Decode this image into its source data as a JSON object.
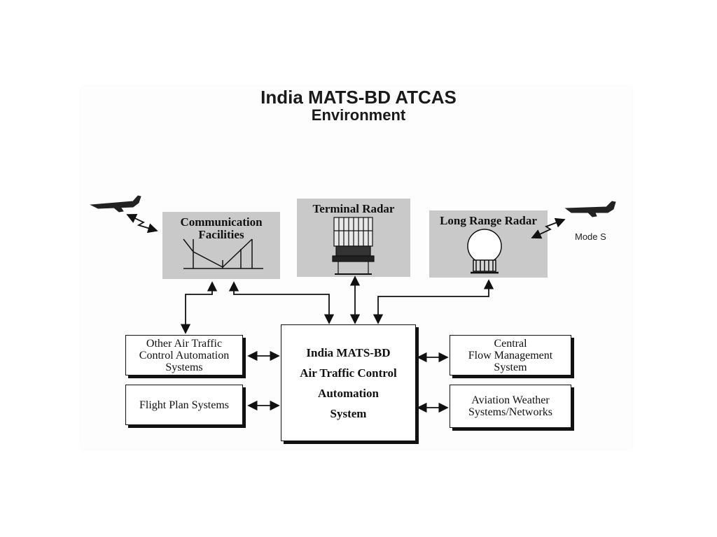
{
  "title": "India MATS-BD ATCAS",
  "subtitle": "Environment",
  "panels": {
    "communication": {
      "label": "Communication\nFacilities"
    },
    "terminal_radar": {
      "label": "Terminal Radar"
    },
    "long_range_radar": {
      "label": "Long Range Radar"
    }
  },
  "boxes": {
    "center": {
      "label": "India MATS-BD\nAir Traffic Control\nAutomation\nSystem"
    },
    "other_atc": {
      "label": "Other Air Traffic\nControl Automation\nSystems"
    },
    "flight_plan": {
      "label": "Flight Plan Systems"
    },
    "central_flow": {
      "label": "Central\nFlow Management\nSystem"
    },
    "aviation_weather": {
      "label": "Aviation Weather\nSystems/Networks"
    }
  },
  "mode_s_label": "Mode S"
}
